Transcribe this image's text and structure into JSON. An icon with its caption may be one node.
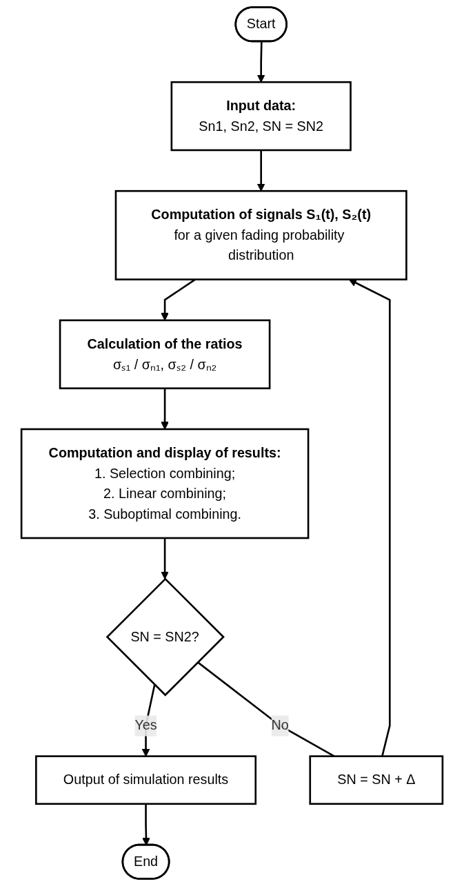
{
  "diagram": {
    "nodes": [
      {
        "text": [
          "Start"
        ]
      },
      {
        "text": [
          "Input data:",
          "Sn1, Sn2, SN = SN2"
        ]
      },
      {
        "text": [
          "Computation of signals S₁(t), S₂(t)",
          "for a given fading probability distribution"
        ]
      },
      {
        "text": [
          "Calculation of the ratios",
          "σₛ₁ / σₙ₁, σₛ₂ / σₙ₂"
        ]
      },
      {
        "text": [
          "Computation and display of results:",
          "1. Selection combining;",
          "2. Linear combining;",
          "3. Suboptimal combining."
        ]
      },
      {
        "text": [
          "SN = SN2?"
        ]
      },
      {
        "text": [
          "Output of simulation results"
        ]
      },
      {
        "text": [
          "End"
        ]
      },
      {
        "text": [
          "SN = SN + Δ"
        ]
      }
    ],
    "edges": [
      {
        "from": 0,
        "to": 1,
        "arrow": "to"
      },
      {
        "from": 1,
        "to": 2,
        "arrow": "to"
      },
      {
        "from": 2,
        "to": 3,
        "arrow": "to"
      },
      {
        "from": 3,
        "to": 4,
        "arrow": "to"
      },
      {
        "from": 4,
        "to": 5,
        "arrow": "to"
      },
      {
        "from": 5,
        "to": 6,
        "label": "Yes",
        "arrow": "to"
      },
      {
        "from": 5,
        "to": 8,
        "label": "No",
        "arrow": "none"
      },
      {
        "from": 8,
        "to": 2,
        "arrow": "to"
      },
      {
        "from": 6,
        "to": 7,
        "arrow": "to"
      }
    ]
  }
}
